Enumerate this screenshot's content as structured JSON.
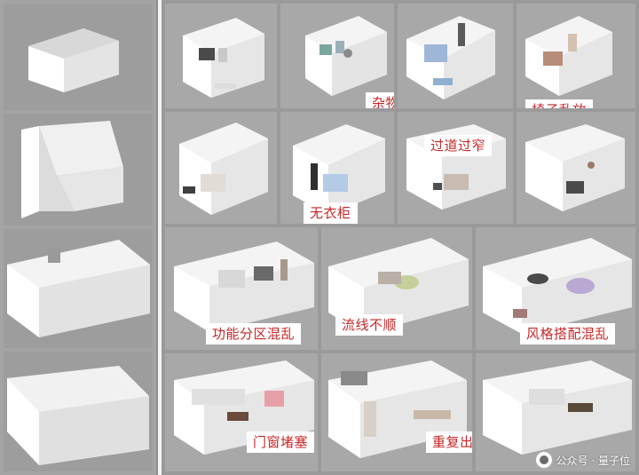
{
  "labels": {
    "clutter": "杂物堵塞",
    "chairs": "椅子乱放",
    "narrow": "过道过窄",
    "no_wardrobe": "无衣柜",
    "zoning": "功能分区混乱",
    "flow": "流线不顺",
    "style": "风格搭配混乱",
    "window_block": "门窗堵塞",
    "duplicate": "重复出现"
  },
  "watermark": {
    "text": "公众号 · 量子位",
    "icon": "wechat-official-account-icon"
  },
  "colors": {
    "label_text": "#c6272a",
    "label_bg": "#ffffff",
    "panel_bg": "#9a9a9a"
  }
}
